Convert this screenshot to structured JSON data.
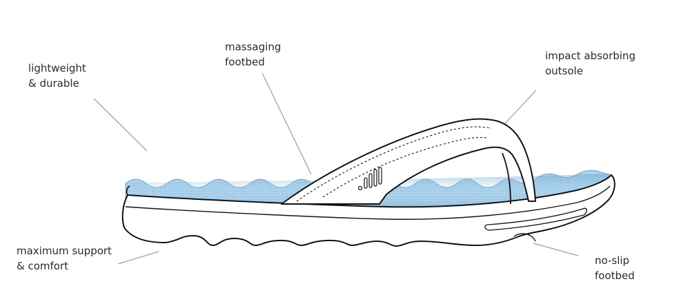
{
  "labels": {
    "lightweight": [
      "lightweight",
      "& durable"
    ],
    "massaging": [
      "massaging",
      "footbed"
    ],
    "impact": [
      "impact absorbing",
      "outsole"
    ],
    "support": [
      "maximum support",
      "& comfort"
    ],
    "noslip": [
      "no-slip",
      "footbed"
    ]
  },
  "colors": {
    "footbed": "#a7cfe8",
    "footbed_shadow": "#6fa8cf",
    "outline": "#111111",
    "leader": "#8a8a8a"
  }
}
